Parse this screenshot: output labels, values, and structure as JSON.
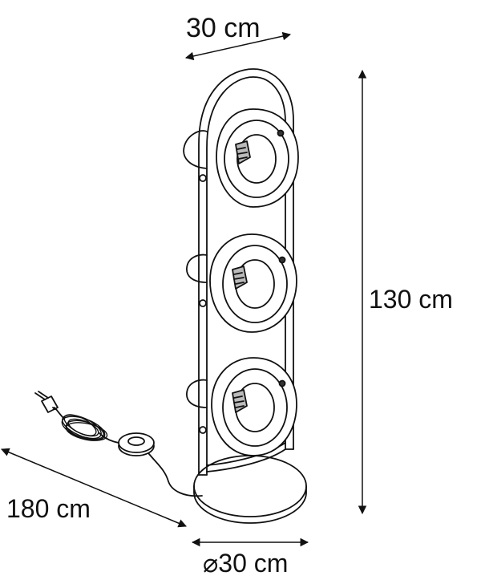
{
  "dimensions": {
    "width_label": "30 cm",
    "height_label": "130 cm",
    "cable_label": "180 cm",
    "base_label": "⌀30 cm"
  },
  "colors": {
    "line": "#111111",
    "background": "#ffffff"
  }
}
